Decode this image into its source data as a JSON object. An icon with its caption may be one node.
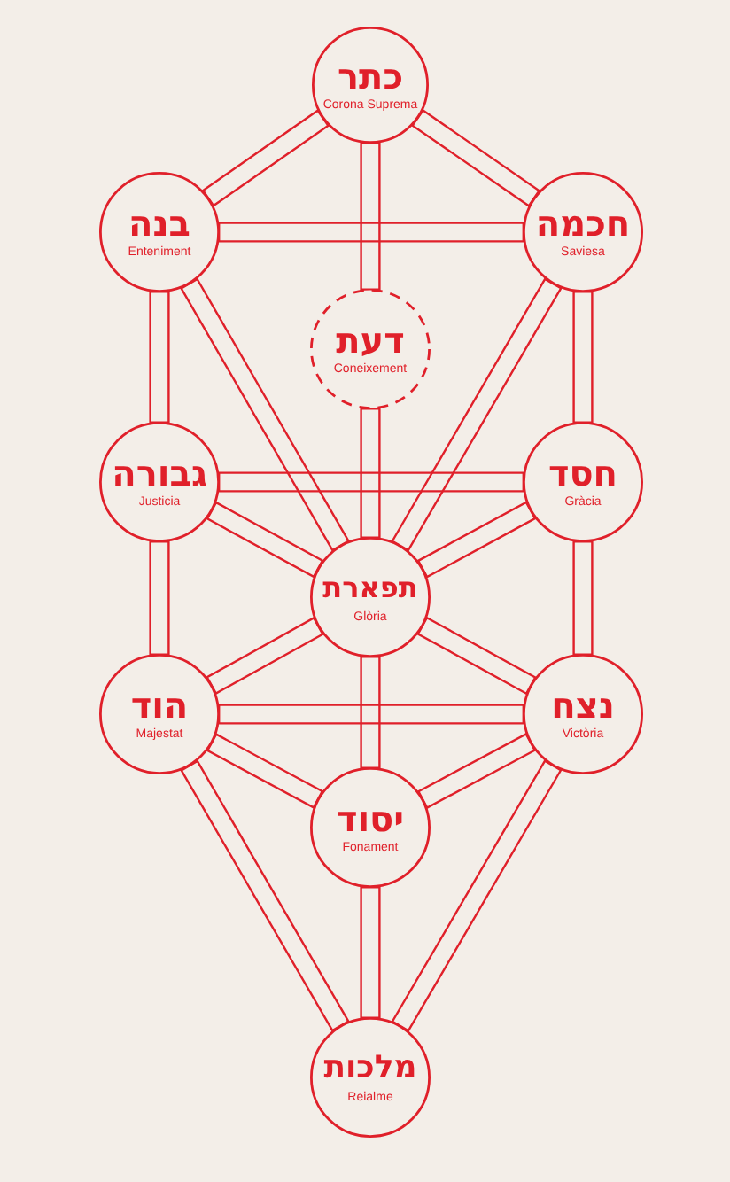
{
  "diagram": {
    "nodes": [
      {
        "text": [
          "כתר",
          "Corona Suprema"
        ]
      },
      {
        "text": [
          "בנה",
          "Enteniment"
        ]
      },
      {
        "text": [
          "חכמה",
          "Saviesa"
        ]
      },
      {
        "text": [
          "דעת",
          "Coneixement"
        ]
      },
      {
        "text": [
          "גבורה",
          "Justicia"
        ]
      },
      {
        "text": [
          "חסד",
          "Gràcia"
        ]
      },
      {
        "text": [
          "תפארת",
          "Glòria"
        ]
      },
      {
        "text": [
          "הוד",
          "Majestat"
        ]
      },
      {
        "text": [
          "נצח",
          "Victòria"
        ]
      },
      {
        "text": [
          "יסוד",
          "Fonament"
        ]
      },
      {
        "text": [
          "מלכות",
          "Reialme"
        ]
      }
    ],
    "edges": [
      {
        "from": 0,
        "to": 1,
        "arrow": "none"
      },
      {
        "from": 0,
        "to": 2,
        "arrow": "none"
      },
      {
        "from": 0,
        "to": 3,
        "arrow": "none"
      },
      {
        "from": 3,
        "to": 6,
        "arrow": "none"
      },
      {
        "from": 1,
        "to": 2,
        "arrow": "none"
      },
      {
        "from": 1,
        "to": 4,
        "arrow": "none"
      },
      {
        "from": 1,
        "to": 6,
        "arrow": "none"
      },
      {
        "from": 2,
        "to": 5,
        "arrow": "none"
      },
      {
        "from": 2,
        "to": 6,
        "arrow": "none"
      },
      {
        "from": 4,
        "to": 5,
        "arrow": "none"
      },
      {
        "from": 4,
        "to": 6,
        "arrow": "none"
      },
      {
        "from": 4,
        "to": 7,
        "arrow": "none"
      },
      {
        "from": 5,
        "to": 6,
        "arrow": "none"
      },
      {
        "from": 5,
        "to": 8,
        "arrow": "none"
      },
      {
        "from": 6,
        "to": 7,
        "arrow": "none"
      },
      {
        "from": 6,
        "to": 8,
        "arrow": "none"
      },
      {
        "from": 6,
        "to": 9,
        "arrow": "none"
      },
      {
        "from": 7,
        "to": 8,
        "arrow": "none"
      },
      {
        "from": 7,
        "to": 9,
        "arrow": "none"
      },
      {
        "from": 8,
        "to": 9,
        "arrow": "none"
      },
      {
        "from": 7,
        "to": 10,
        "arrow": "none"
      },
      {
        "from": 9,
        "to": 10,
        "arrow": "none"
      },
      {
        "from": 8,
        "to": 10,
        "arrow": "none"
      }
    ]
  }
}
